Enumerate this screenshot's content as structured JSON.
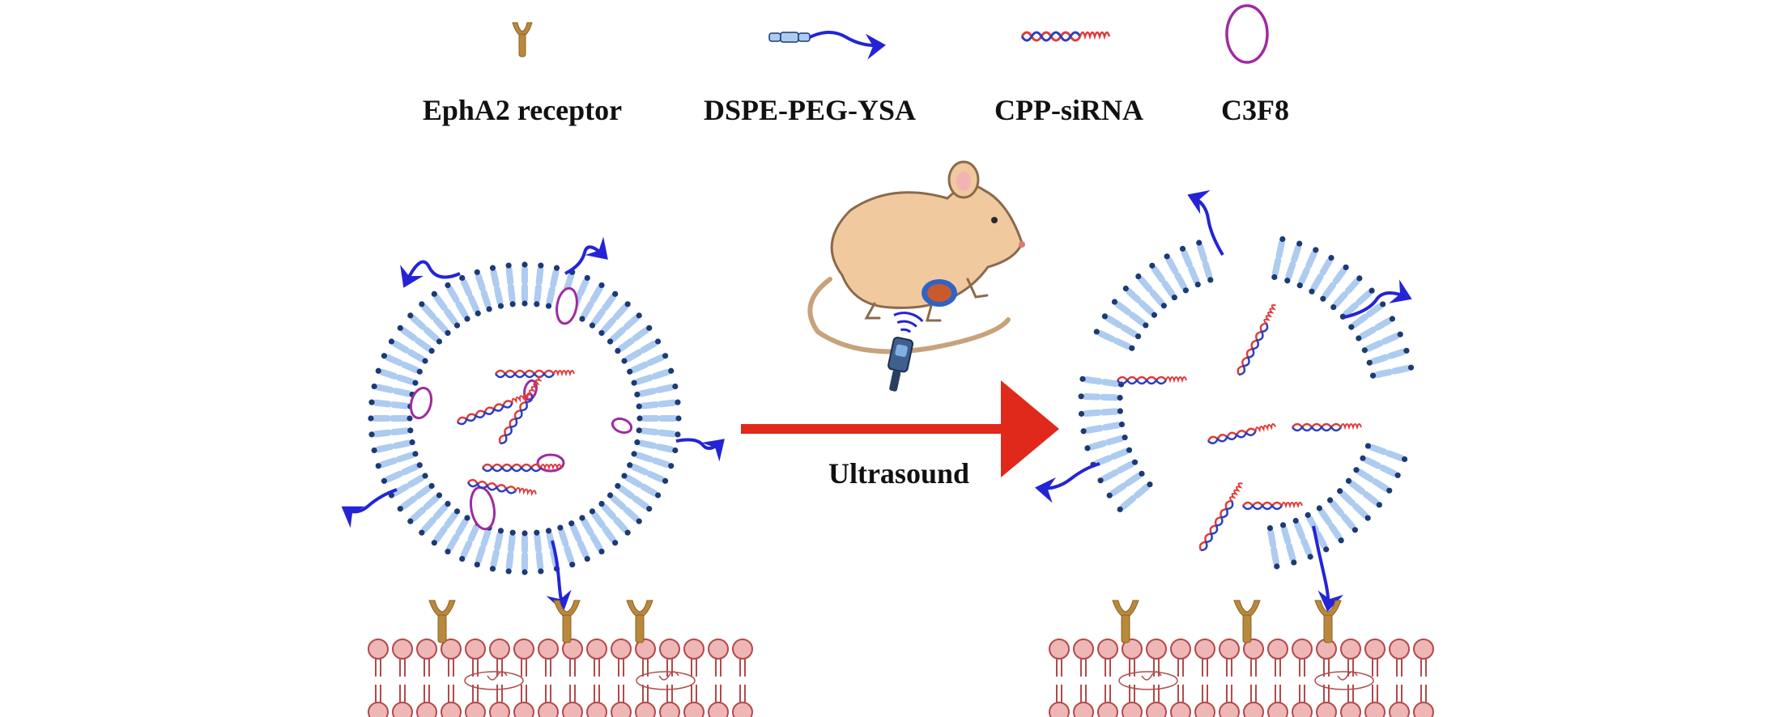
{
  "legend": {
    "receptor": "EphA2 receptor",
    "dspe": "DSPE-PEG-YSA",
    "cpp": "CPP-siRNA",
    "gas": "C3F8"
  },
  "arrow_label": "Ultrasound",
  "colors": {
    "lipid": "#aecbf0",
    "lipid_head": "#1c3a75",
    "receptor": "#b8893c",
    "peg_arrow": "#2424d6",
    "sirna_red": "#e23a3a",
    "sirna_blue": "#2a3fbf",
    "gas_bubble": "#a02aa0",
    "arrow": "#e0291a",
    "membrane_fill": "#efb6b6",
    "membrane_edge": "#b24a4a",
    "mouse_body": "#f0c99e"
  },
  "icons": [
    "receptor-icon",
    "dspe-peg-ysa-icon",
    "cpp-sirna-icon",
    "c3f8-bubble-icon",
    "mouse-icon",
    "ultrasound-probe-icon"
  ]
}
